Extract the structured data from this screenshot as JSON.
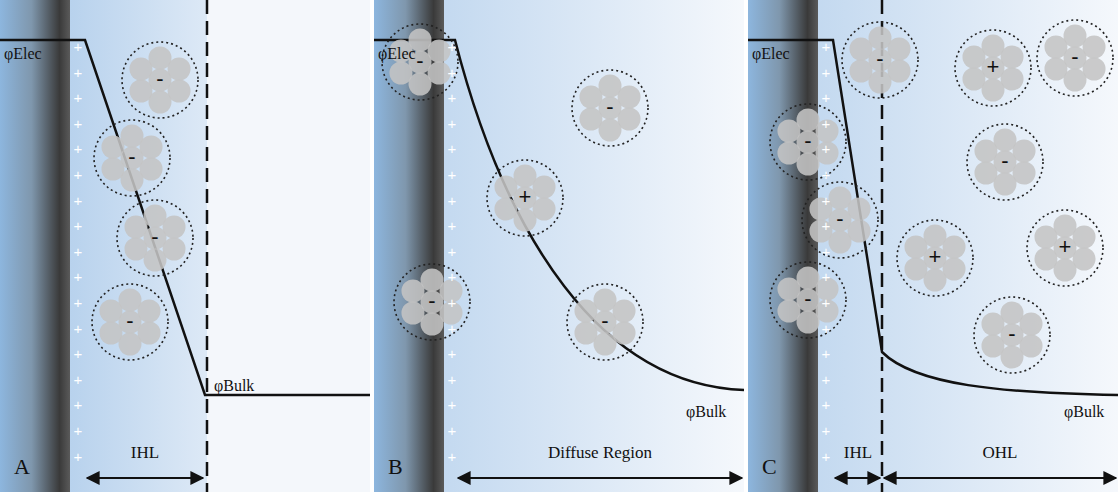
{
  "diagram": {
    "nodes": [
      {
        "text": [
          "-"
        ]
      },
      {
        "text": [
          "-"
        ]
      },
      {
        "text": [
          "-"
        ]
      },
      {
        "text": [
          "-"
        ]
      },
      {
        "text": [
          "-"
        ]
      },
      {
        "text": [
          "-"
        ]
      },
      {
        "text": [
          "+"
        ]
      },
      {
        "text": [
          "-"
        ]
      },
      {
        "text": [
          "-"
        ]
      },
      {
        "text": [
          "-"
        ]
      },
      {
        "text": [
          "-"
        ]
      },
      {
        "text": [
          "-"
        ]
      },
      {
        "text": [
          "-"
        ]
      },
      {
        "text": [
          "+"
        ]
      },
      {
        "text": [
          "-"
        ]
      },
      {
        "text": [
          "-"
        ]
      },
      {
        "text": [
          "+"
        ]
      },
      {
        "text": [
          "+"
        ]
      },
      {
        "text": [
          "-"
        ]
      }
    ],
    "labels": [
      "A",
      "φElec",
      "IHL",
      "φBulk",
      "+",
      "+",
      "+",
      "+",
      "+",
      "+",
      "+",
      "+",
      "+",
      "+",
      "+",
      "+",
      "+",
      "+",
      "+",
      "+",
      "+",
      "B",
      "φElec",
      "Diffuse Region",
      "φBulk",
      "+",
      "+",
      "+",
      "+",
      "+",
      "+",
      "+",
      "+",
      "+",
      "+",
      "+",
      "+",
      "+",
      "+",
      "+",
      "+",
      "+",
      "C",
      "φElec",
      "IHL",
      "OHL",
      "φBulk",
      "+",
      "+",
      "+",
      "+",
      "+",
      "+",
      "+",
      "+",
      "+",
      "+",
      "+",
      "+",
      "+",
      "+",
      "+",
      "+",
      "+"
    ]
  }
}
